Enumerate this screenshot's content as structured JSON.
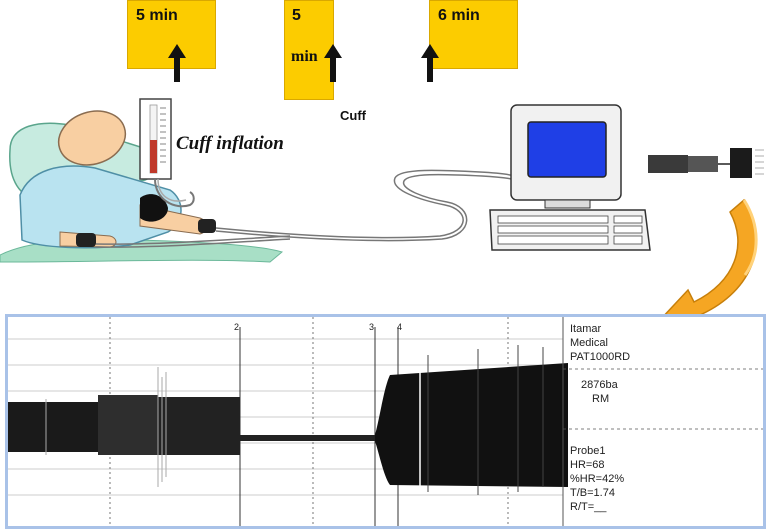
{
  "timeline": {
    "box1_label": "5 min",
    "box2_line1": "5",
    "box2_line2": "min",
    "box3_label": "6 min"
  },
  "cuff_label": "Cuff",
  "cuff_inflation_label": "Cuff inflation",
  "trace": {
    "markers": [
      "2",
      "3",
      "4"
    ],
    "device_lines": [
      "Itamar",
      "Medical",
      "PAT1000RD"
    ],
    "id_lines": [
      "2876ba",
      "RM"
    ],
    "probe_lines": [
      "Probe1",
      "HR=68",
      "%HR=42%",
      "T/B=1.74",
      "R/T=__"
    ]
  },
  "colors": {
    "box_fill": "#fccc00",
    "arrow_orange": "#f5a623",
    "screen_blue": "#1f3fe6",
    "panel_border": "#a9c2e8"
  }
}
